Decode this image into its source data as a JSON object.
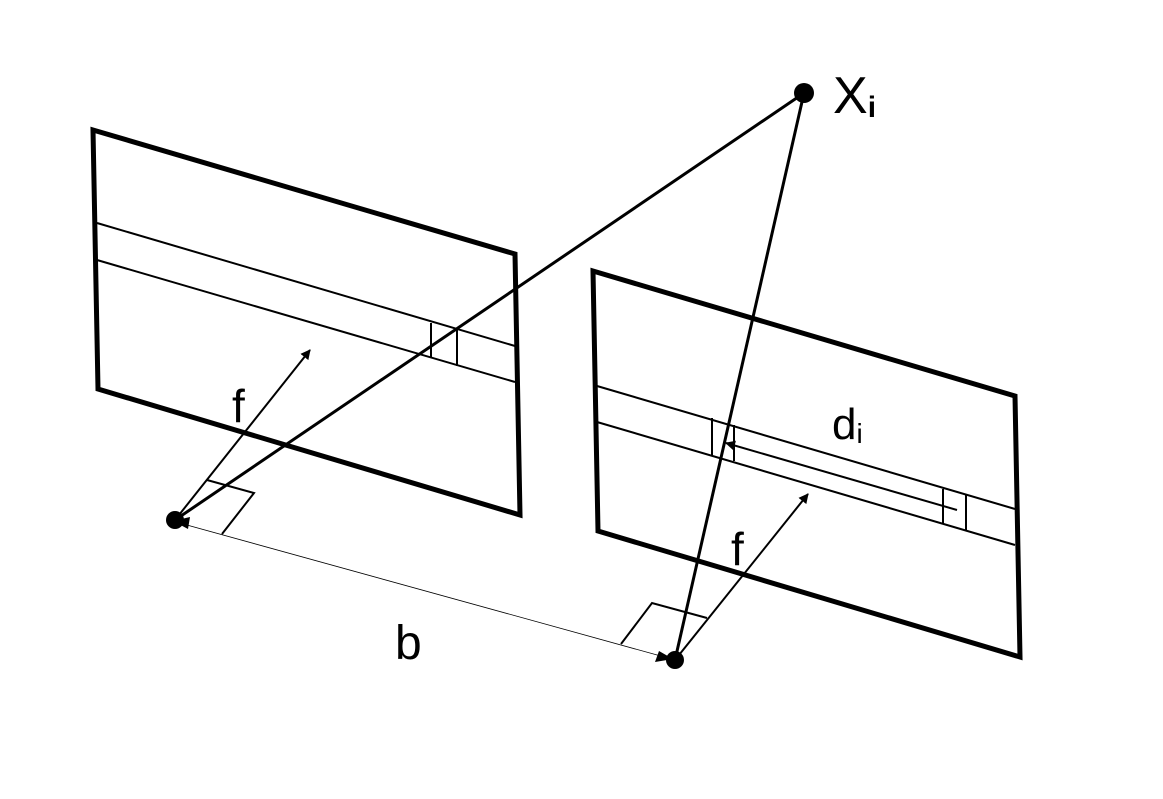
{
  "labels": {
    "point": "X",
    "point_sub": "i",
    "focal_left": "f",
    "focal_right": "f",
    "baseline": "b",
    "disparity": "d",
    "disparity_sub": "i"
  },
  "colors": {
    "stroke": "#000000",
    "background": "#ffffff"
  }
}
